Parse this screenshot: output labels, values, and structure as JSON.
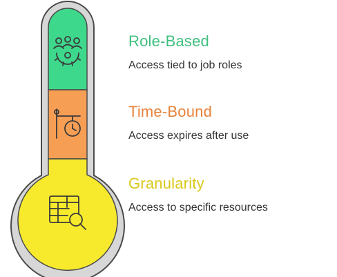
{
  "sections": [
    {
      "title": "Role-Based",
      "description": "Access tied to job roles",
      "color": "#3fbf7f",
      "fill": "#3ed88c",
      "icon": "team-gear-icon"
    },
    {
      "title": "Time-Bound",
      "description": "Access expires after use",
      "color": "#e8823a",
      "fill": "#f79e55",
      "icon": "timer-gauge-icon"
    },
    {
      "title": "Granularity",
      "description": "Access to specific resources",
      "color": "#d9c81a",
      "fill": "#f7ea2c",
      "icon": "table-search-icon"
    }
  ],
  "thermometer": {
    "outline_color": "#4a4a4a",
    "casing_color": "#d7d7d7"
  }
}
